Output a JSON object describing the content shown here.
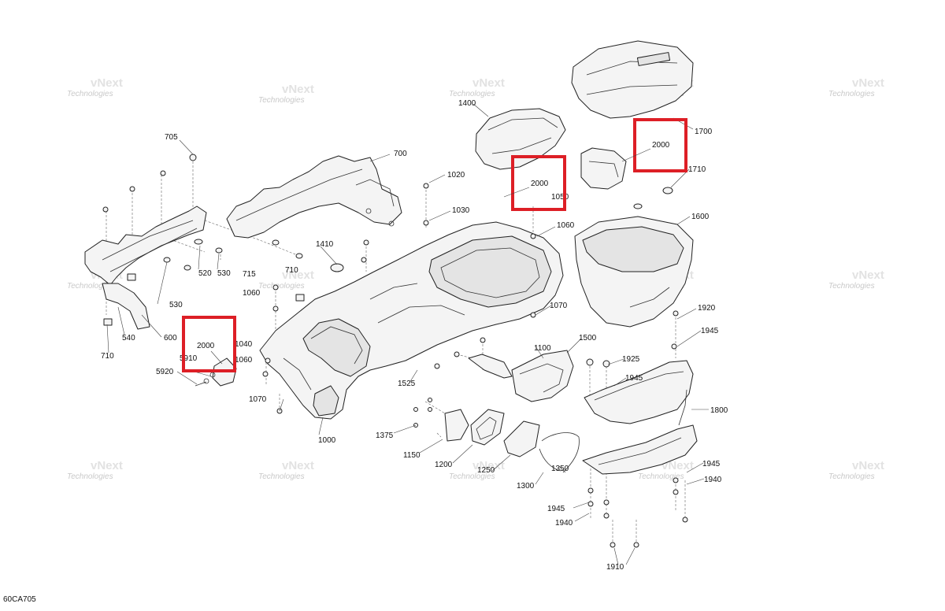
{
  "diagram": {
    "code": "60CA705",
    "watermark": {
      "line1": "vNext",
      "line2": "Technologies"
    },
    "accent_color": "#dd1f26",
    "highlight_label": "2000",
    "callouts": [
      "705",
      "700",
      "1020",
      "1030",
      "1400",
      "1700",
      "1710",
      "1600",
      "1050",
      "1060",
      "520",
      "530",
      "715",
      "710",
      "1060",
      "530",
      "1410",
      "540",
      "600",
      "710",
      "1070",
      "5910",
      "5920",
      "1040",
      "1060",
      "1070",
      "1000",
      "1525",
      "1100",
      "1500",
      "1925",
      "1945",
      "1920",
      "1945",
      "1800",
      "1375",
      "1150",
      "1200",
      "1250",
      "1300",
      "1350",
      "1945",
      "1940",
      "1945",
      "1940",
      "1910"
    ]
  }
}
